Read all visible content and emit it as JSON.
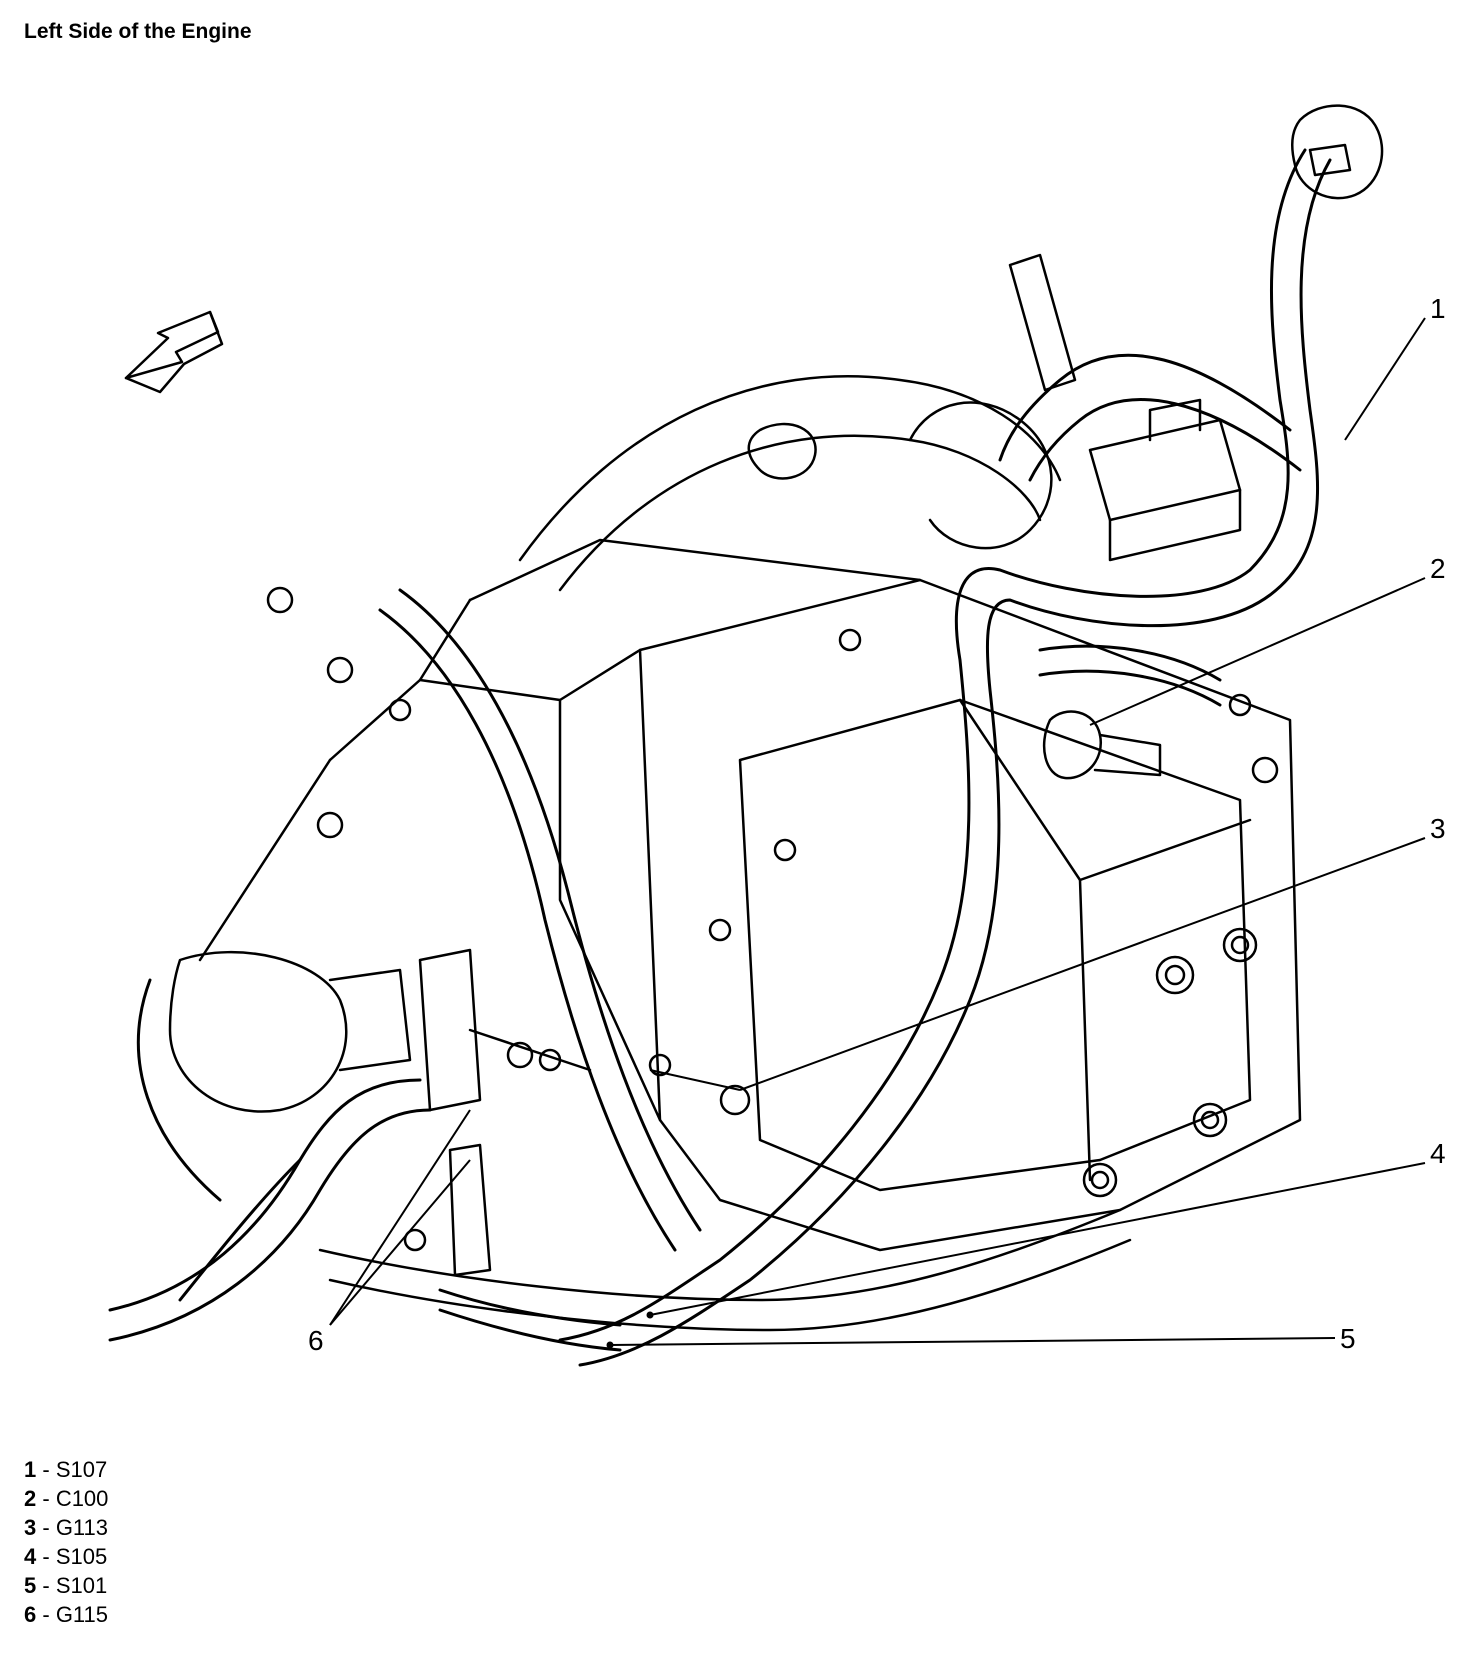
{
  "title": "Left Side of the Engine",
  "callouts": [
    {
      "number": "1",
      "code": "S107"
    },
    {
      "number": "2",
      "code": "C100"
    },
    {
      "number": "3",
      "code": "G113"
    },
    {
      "number": "4",
      "code": "S105"
    },
    {
      "number": "5",
      "code": "S101"
    },
    {
      "number": "6",
      "code": "G115"
    }
  ],
  "legend_separator": " - "
}
